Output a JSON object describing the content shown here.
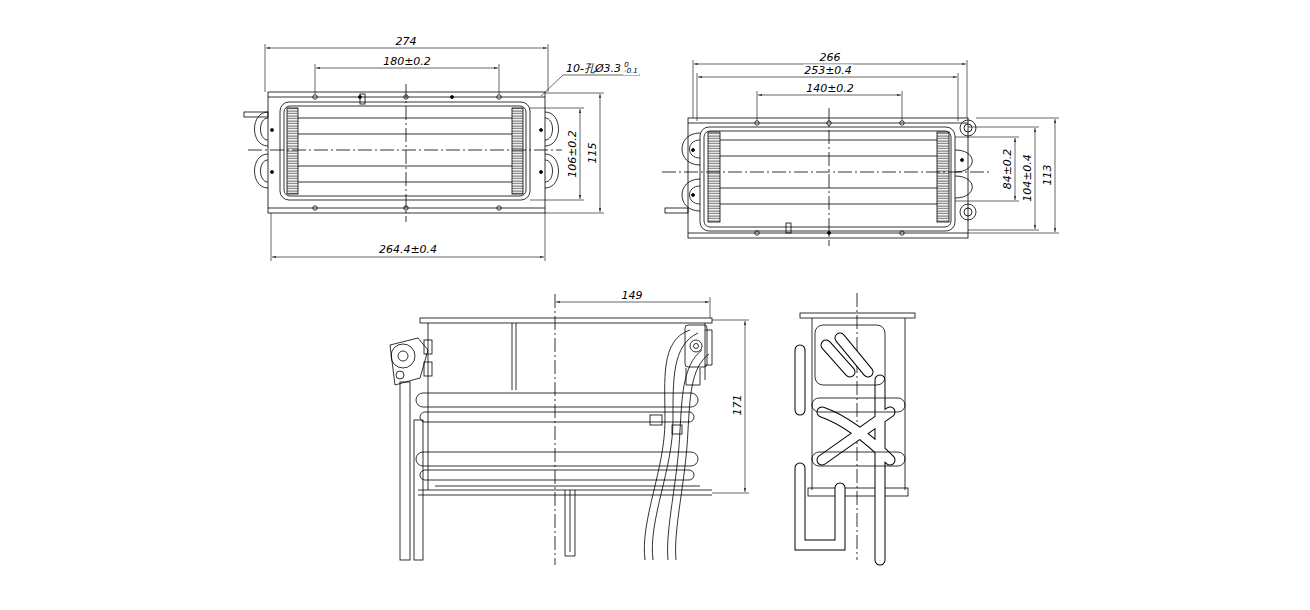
{
  "diagram": {
    "labels": [
      "274",
      "180±0.2",
      "10-孔Ø3.3",
      "0",
      "-0.1",
      "106±0.2",
      "115",
      "264.4±0.4",
      "266",
      "253±0.4",
      "140±0.2",
      "84±0.2",
      "104±0.4",
      "113",
      "149",
      "171"
    ]
  }
}
